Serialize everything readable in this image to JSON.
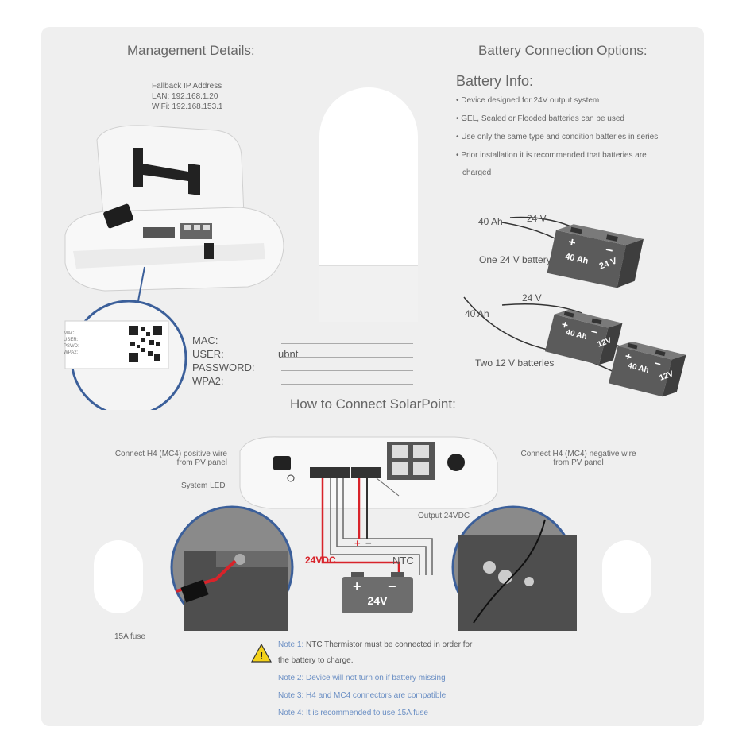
{
  "management": {
    "title": "Management Details:",
    "fallback_title": "Fallback IP Address",
    "lan": "LAN: 192.168.1.20",
    "wifi": "WiFi: 192.168.153.1",
    "label_card": [
      "MAC:",
      "USER:",
      "PSWD:",
      "WPA2:"
    ],
    "fields": [
      {
        "label": "MAC:",
        "value": ""
      },
      {
        "label": "USER:",
        "value": "ubnt"
      },
      {
        "label": "PASSWORD:",
        "value": ""
      },
      {
        "label": "WPA2:",
        "value": ""
      }
    ]
  },
  "battery": {
    "title": "Battery Connection Options:",
    "info_title": "Battery Info:",
    "bullets": [
      "Device designed for 24V output system",
      "GEL, Sealed or Flooded batteries can be used",
      "Use only the same type and condition batteries in series",
      "Prior installation it is recommended that batteries are"
    ],
    "bullet_cont": "charged",
    "option1": {
      "ah": "40 Ah",
      "v": "24 V",
      "caption": "One 24 V battery",
      "bat_ah": "40 Ah",
      "bat_v": "24 V"
    },
    "option2": {
      "ah": "40 Ah",
      "v": "24 V",
      "caption": "Two 12 V batteries",
      "bat_ah": "40 Ah",
      "bat_v": "12V"
    }
  },
  "connect": {
    "title": "How to Connect SolarPoint:",
    "positive_wire": [
      "Connect H4 (MC4) positive wire",
      "from PV panel"
    ],
    "negative_wire": [
      "Connect H4 (MC4) negative wire",
      "from PV panel"
    ],
    "system_led": "System LED",
    "output": "Output 24VDC",
    "vdc": "24VDC",
    "ntc": "NTC",
    "battery_v": "24V",
    "fuse": "15A fuse"
  },
  "notes": [
    {
      "prefix": "Note 1:",
      "text": " NTC Thermistor must be connected in order for"
    },
    {
      "prefix": "",
      "text": "the battery to charge."
    },
    {
      "prefix": "",
      "text": "Note 2: Device will not turn on if battery missing"
    },
    {
      "prefix": "",
      "text": "Note 3: H4 and MC4 connectors are compatible"
    },
    {
      "prefix": "",
      "text": "Note 4: It is recommended to use 15A fuse"
    }
  ],
  "colors": {
    "card": "#efefef",
    "accent_blue": "#3b5f9a",
    "wire_red": "#d8232a",
    "note_blue": "#6b8fc4",
    "battery": "#6d6d6d"
  }
}
